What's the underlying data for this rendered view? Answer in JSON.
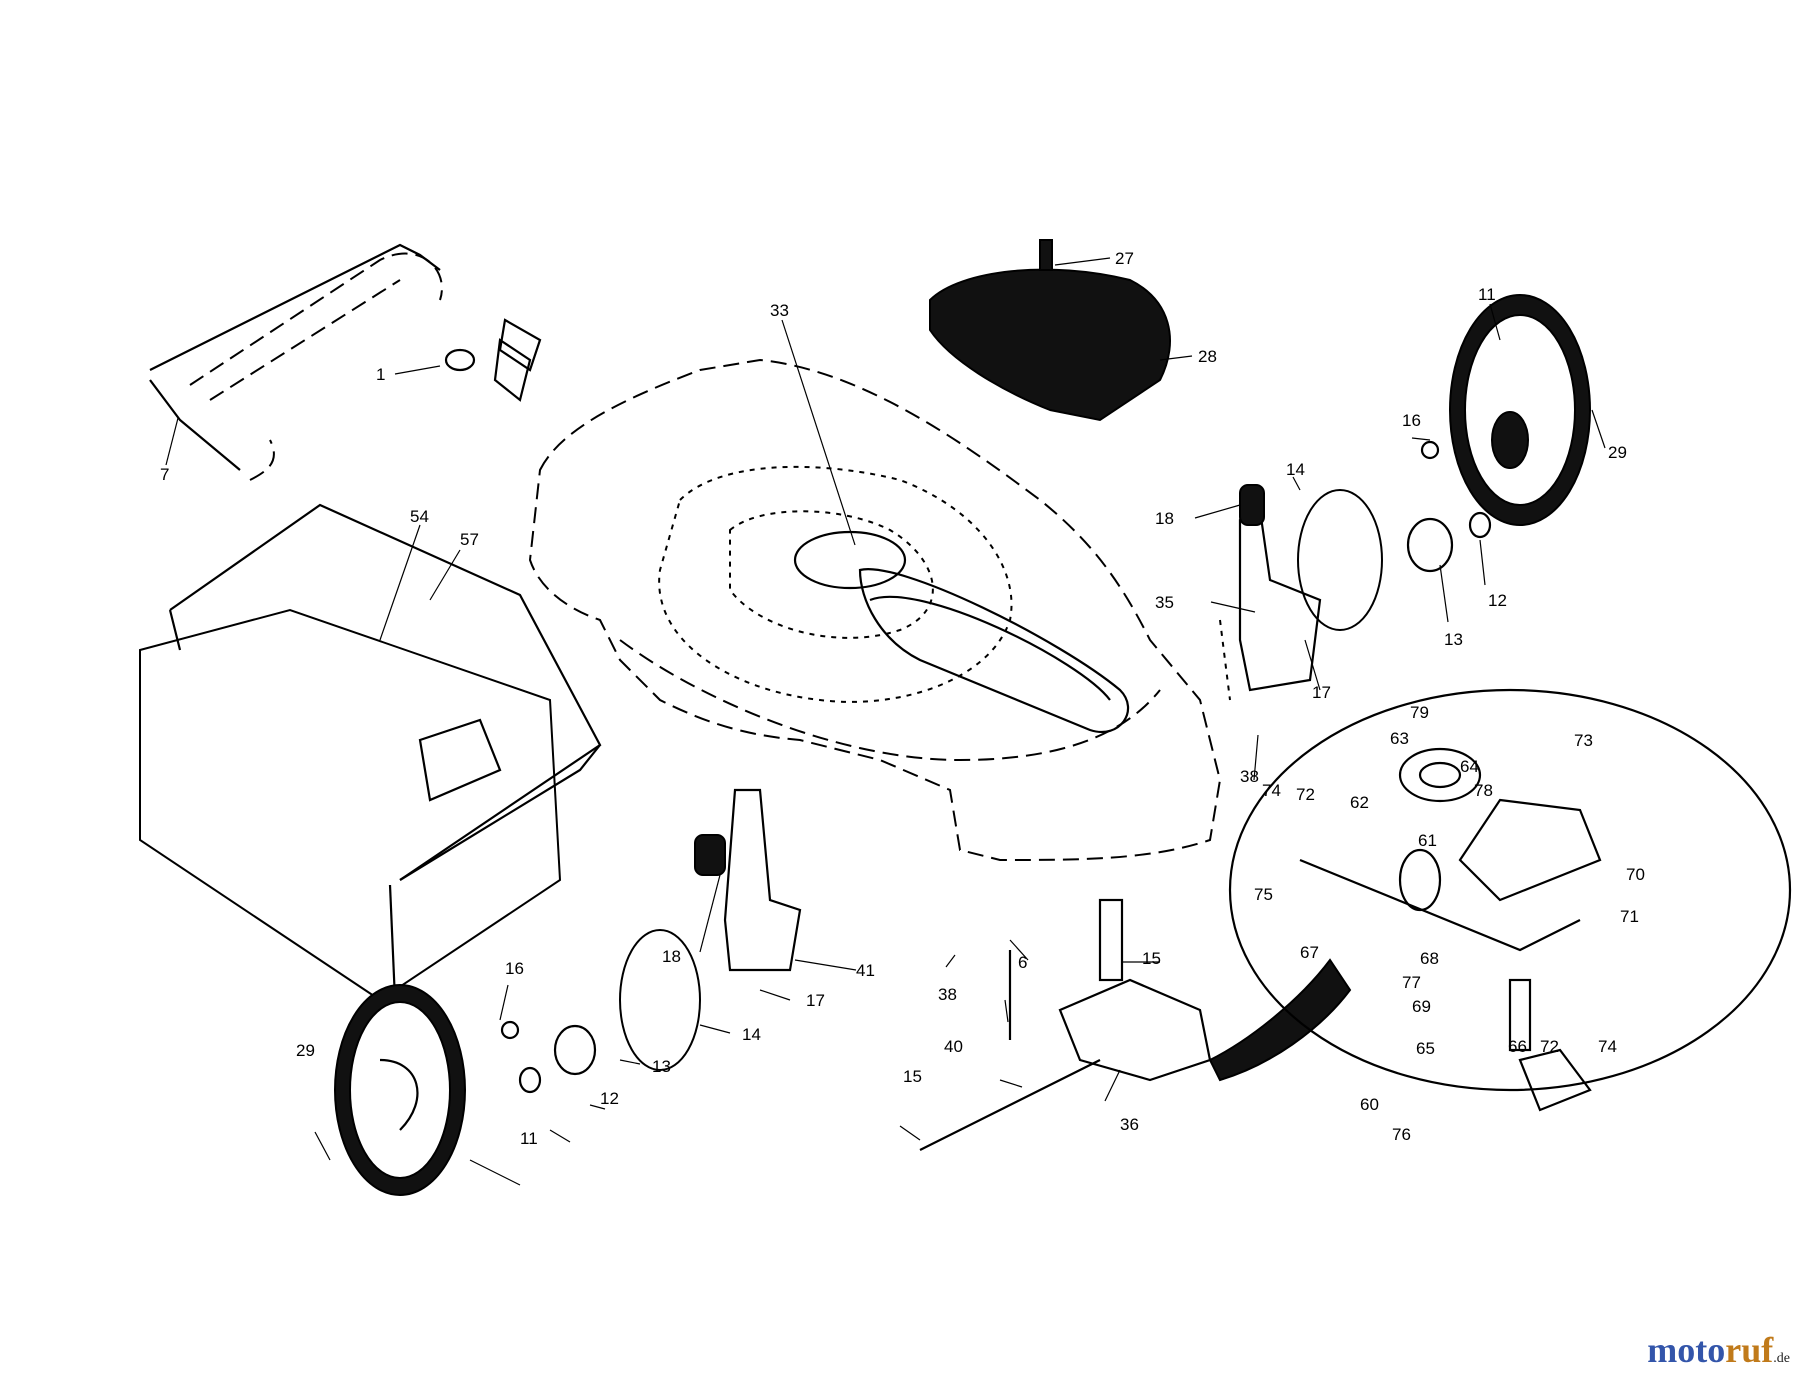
{
  "watermark": {
    "part1": "moto",
    "part2": "ruf",
    "part3": ".de",
    "color_blue": "#3355aa",
    "color_orange": "#c07a1a"
  },
  "callouts": [
    "1",
    "7",
    "54",
    "57",
    "33",
    "27",
    "28",
    "11",
    "29",
    "16",
    "12",
    "13",
    "14",
    "18",
    "35",
    "17",
    "38",
    "79",
    "63",
    "64",
    "73",
    "78",
    "74",
    "72",
    "62",
    "61",
    "70",
    "75",
    "67",
    "68",
    "71",
    "77",
    "69",
    "66",
    "72",
    "74",
    "65",
    "60",
    "76",
    "41",
    "16",
    "17",
    "14",
    "13",
    "12",
    "11",
    "29",
    "6",
    "15",
    "40",
    "36",
    "15",
    "18",
    "38"
  ]
}
